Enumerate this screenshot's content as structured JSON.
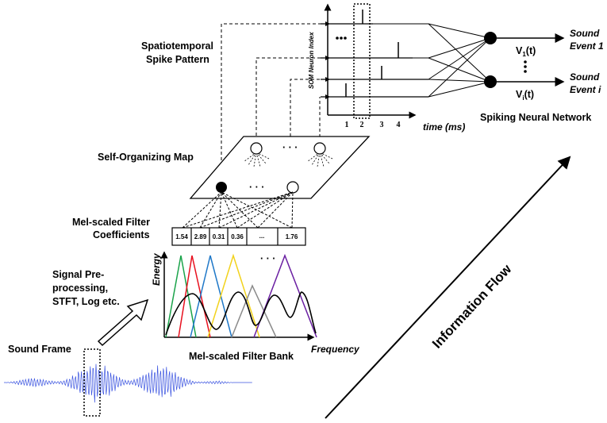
{
  "labels": {
    "som_neuron_index": "SOM Neuron Index",
    "sound_event_1_a": "Sound",
    "sound_event_1_b": "Event 1",
    "sound_event_i_a": "Sound",
    "sound_event_i_b": "Event i",
    "v1_base": "V",
    "v1_sub": "1",
    "v1_suffix": "(t)",
    "vi_base": "V",
    "vi_sub": "i",
    "vi_suffix": "(t)",
    "spatiotemporal_1": "Spatiotemporal",
    "spatiotemporal_2": "Spike Pattern",
    "time_ms": "time (ms)",
    "spiking_nn": "Spiking Neural Network",
    "self_organizing_map": "Self-Organizing Map",
    "mel_coeff_1": "Mel-scaled Filter",
    "mel_coeff_2": "Coefficients",
    "energy": "Energy",
    "frequency": "Frequency",
    "mel_filter_bank": "Mel-scaled Filter Bank",
    "preproc_1": "Signal Pre-",
    "preproc_2": "processing,",
    "preproc_3": "STFT, Log etc.",
    "sound_frame": "Sound Frame",
    "information_flow": "Information Flow"
  },
  "time_ticks": [
    "1",
    "2",
    "3",
    "4"
  ],
  "coefficients": [
    "1.54",
    "2.89",
    "0.31",
    "0.36",
    "...",
    "1.76"
  ],
  "filter_colors": [
    "#1aa34a",
    "#e8101e",
    "#1f78c8",
    "#f2d21c",
    "#8a8a8a",
    "#6a1fa2"
  ]
}
